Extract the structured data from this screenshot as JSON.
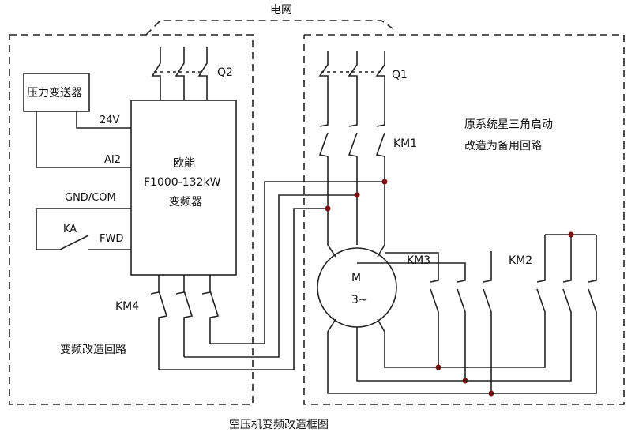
{
  "grid_label": "电网",
  "pressure_box_label": "压力变送器",
  "inverter": {
    "brand": "欧能",
    "model": "F1000-132kW",
    "type": "变频器"
  },
  "terminals": {
    "v24": "24V",
    "ai2": "AI2",
    "gnd": "GND/COM",
    "fwd": "FWD",
    "ka": "KA"
  },
  "switches": {
    "q2": "Q2",
    "q1": "Q1",
    "km1": "KM1",
    "km2": "KM2",
    "km3": "KM3",
    "km4": "KM4"
  },
  "motor": {
    "label": "M",
    "phase": "3~"
  },
  "notes": {
    "original_line1": "原系统星三角启动",
    "original_line2": "改造为备用回路",
    "vfd_loop": "变频改造回路"
  },
  "caption": "空压机变频改造框图"
}
